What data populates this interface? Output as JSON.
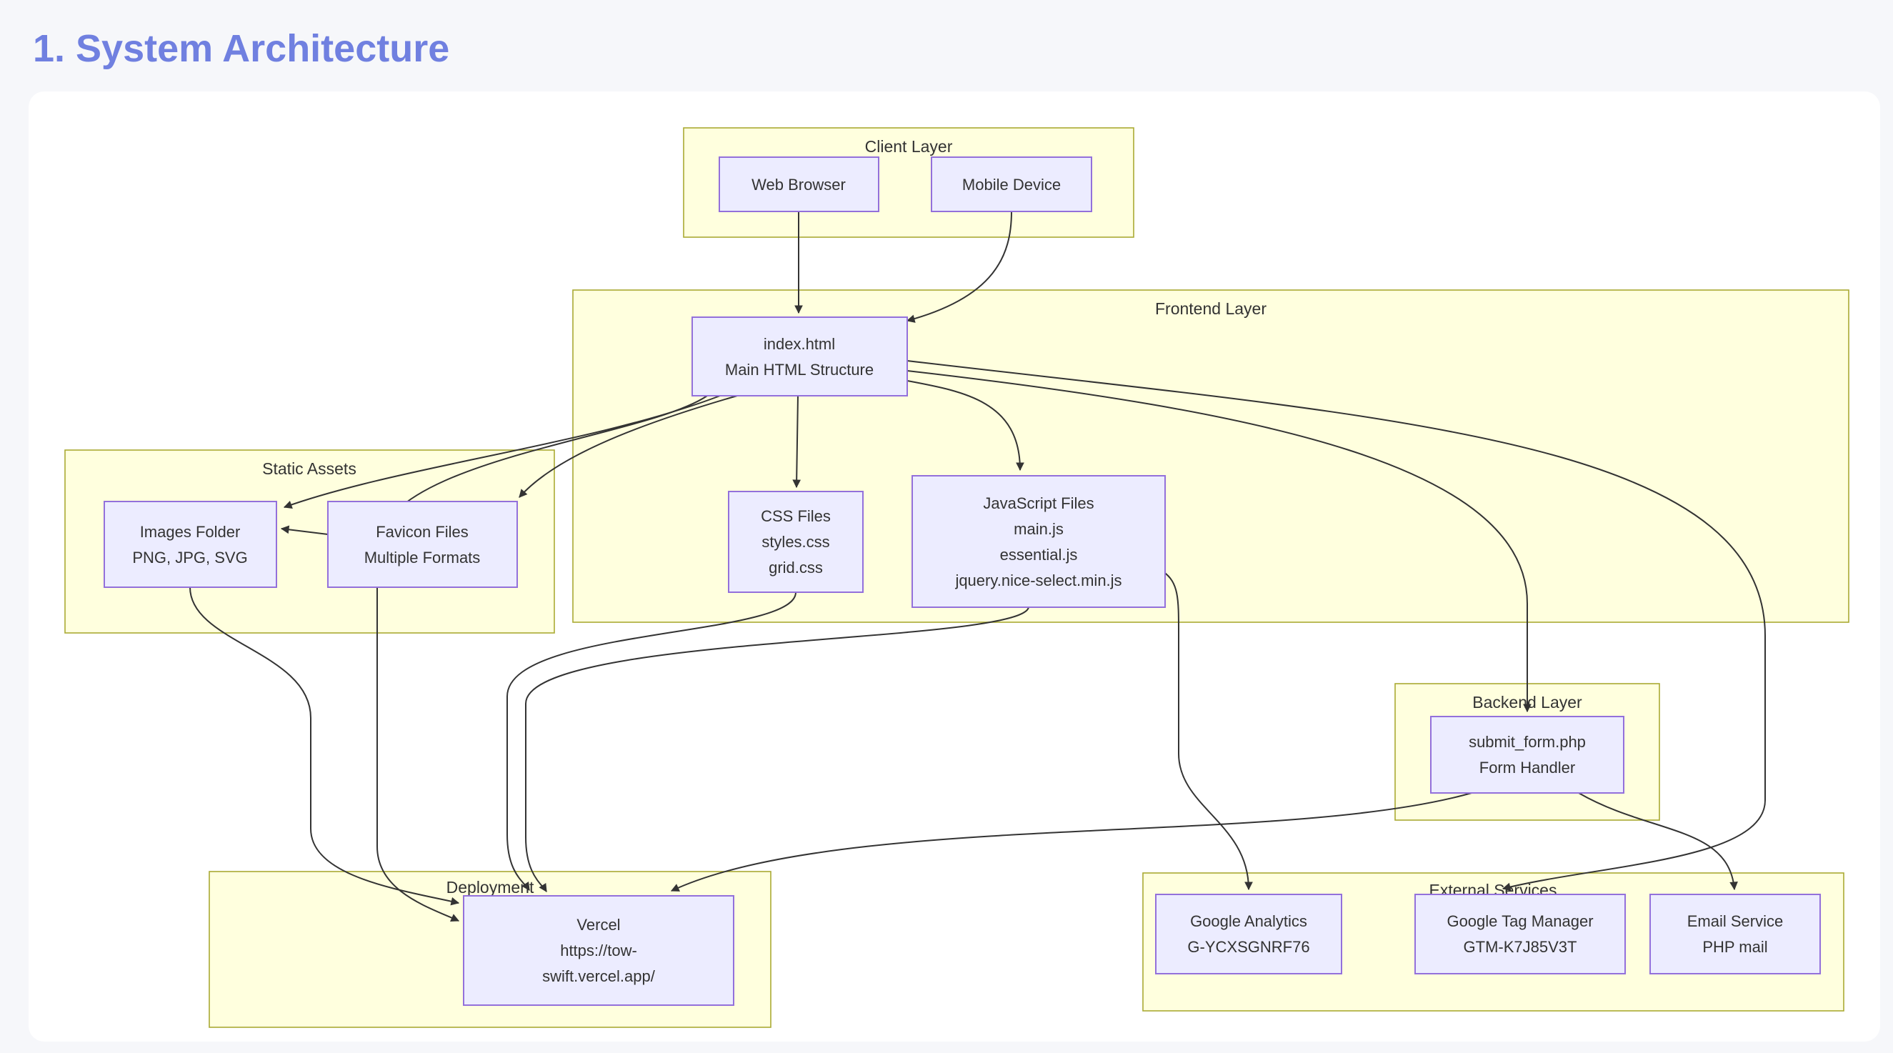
{
  "page": {
    "title": "1. System Architecture",
    "colors": {
      "background": "#f6f7fa",
      "card": "#ffffff",
      "title": "#7080e0"
    }
  },
  "diagram": {
    "type": "flowchart",
    "colors": {
      "node_fill": "#ececff",
      "node_border": "#9370db",
      "cluster_fill": "#ffffde",
      "cluster_border": "#aaaa33",
      "edge": "#333333",
      "text": "#333333"
    },
    "clusters": {
      "client": {
        "label": "Client Layer"
      },
      "frontend": {
        "label": "Frontend Layer"
      },
      "static": {
        "label": "Static Assets"
      },
      "backend": {
        "label": "Backend Layer"
      },
      "deployment": {
        "label": "Deployment"
      },
      "external": {
        "label": "External Services"
      }
    },
    "nodes": {
      "web_browser": {
        "cluster": "client",
        "lines": [
          "Web Browser"
        ]
      },
      "mobile_device": {
        "cluster": "client",
        "lines": [
          "Mobile Device"
        ]
      },
      "index_html": {
        "cluster": "frontend",
        "lines": [
          "index.html",
          "Main HTML Structure"
        ]
      },
      "css_files": {
        "cluster": "frontend",
        "lines": [
          "CSS Files",
          "styles.css",
          "grid.css"
        ]
      },
      "js_files": {
        "cluster": "frontend",
        "lines": [
          "JavaScript Files",
          "main.js",
          "essential.js",
          "jquery.nice-select.min.js"
        ]
      },
      "images_folder": {
        "cluster": "static",
        "lines": [
          "Images Folder",
          "PNG, JPG, SVG"
        ]
      },
      "favicon_files": {
        "cluster": "static",
        "lines": [
          "Favicon Files",
          "Multiple Formats"
        ]
      },
      "submit_form": {
        "cluster": "backend",
        "lines": [
          "submit_form.php",
          "Form Handler"
        ]
      },
      "google_analytics": {
        "cluster": "external",
        "lines": [
          "Google Analytics",
          "G-YCXSGNRF76"
        ]
      },
      "google_tag_manager": {
        "cluster": "external",
        "lines": [
          "Google Tag Manager",
          "GTM-K7J85V3T"
        ]
      },
      "email_service": {
        "cluster": "external",
        "lines": [
          "Email Service",
          "PHP mail"
        ]
      },
      "vercel": {
        "cluster": "deployment",
        "lines": [
          "Vercel",
          "https://tow-",
          "swift.vercel.app/"
        ]
      }
    },
    "edges": [
      {
        "from": "web_browser",
        "to": "index_html"
      },
      {
        "from": "mobile_device",
        "to": "index_html"
      },
      {
        "from": "index_html",
        "to": "css_files"
      },
      {
        "from": "index_html",
        "to": "js_files"
      },
      {
        "from": "index_html",
        "to": "images_folder"
      },
      {
        "from": "index_html",
        "to": "favicon_files"
      },
      {
        "from": "favicon_files",
        "to": "images_folder"
      },
      {
        "from": "index_html",
        "to": "submit_form"
      },
      {
        "from": "index_html",
        "to": "google_tag_manager"
      },
      {
        "from": "js_files",
        "to": "google_analytics"
      },
      {
        "from": "submit_form",
        "to": "email_service"
      },
      {
        "from": "submit_form",
        "to": "vercel"
      },
      {
        "from": "images_folder",
        "to": "vercel"
      },
      {
        "from": "css_files",
        "to": "vercel"
      },
      {
        "from": "index_html",
        "to": "vercel"
      },
      {
        "from": "js_files",
        "to": "vercel"
      }
    ]
  }
}
